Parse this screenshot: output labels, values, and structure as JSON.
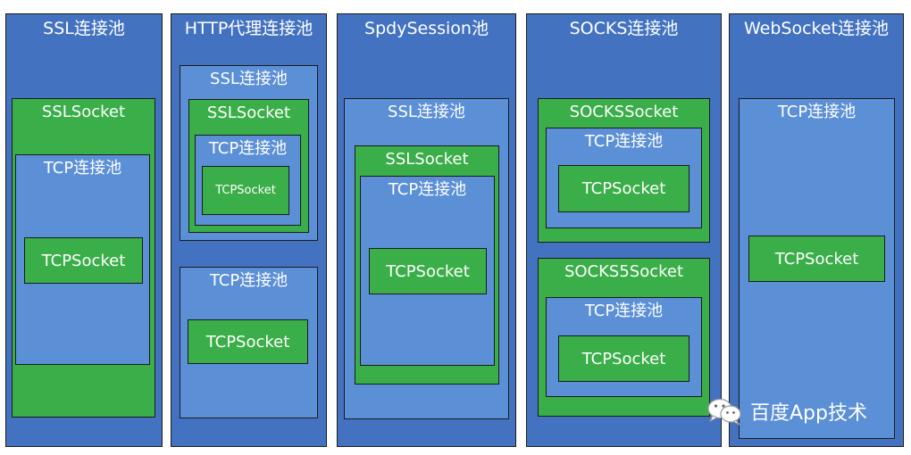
{
  "columns": [
    {
      "title": "SSL连接池"
    },
    {
      "title": "HTTP代理连接池"
    },
    {
      "title": "SpdySession池"
    },
    {
      "title": "SOCKS连接池"
    },
    {
      "title": "WebSocket连接池"
    }
  ],
  "labels": {
    "ssl_pool": "SSL连接池",
    "ssl_socket": "SSLSocket",
    "tcp_pool": "TCP连接池",
    "tcp_socket": "TCPSocket",
    "socks_socket": "SOCKSSocket",
    "socks5_socket": "SOCKS5Socket"
  },
  "watermark": {
    "text": "百度App技术",
    "icon": "wechat-icon"
  },
  "colors": {
    "column_bg": "#4373c0",
    "pool_bg": "#5b8fd6",
    "socket_bg": "#3aae48",
    "border": "#1c1c1c",
    "text": "#ffffff"
  }
}
